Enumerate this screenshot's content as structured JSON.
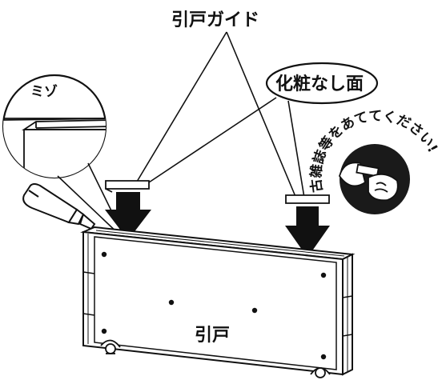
{
  "labels": {
    "sliding_door_guide": "引戸ガイド",
    "non_cosmetic_face": "化粧なし面",
    "groove": "ミゾ",
    "sliding_door": "引戸",
    "hammer_note": "古雑誌等をあててください!"
  },
  "colors": {
    "ink": "#111111",
    "paper": "#ffffff",
    "glue_tube": "#ffffff",
    "badge": "#1a1a1a"
  },
  "icons": [
    "glue-tube-icon",
    "hammer-icon",
    "down-arrow-icon",
    "screw-icon"
  ]
}
